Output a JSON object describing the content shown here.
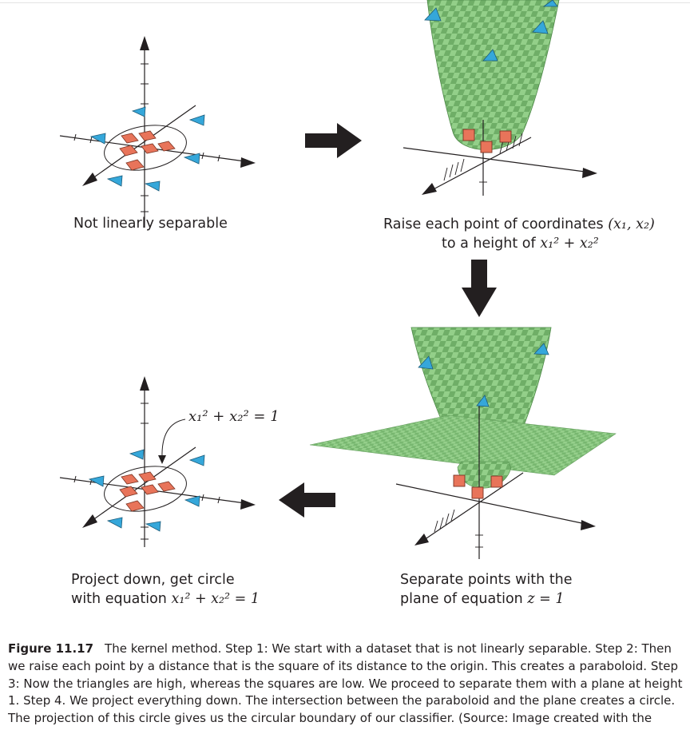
{
  "panels": {
    "step1": {
      "label": "Not linearly separable"
    },
    "step2": {
      "label_line1": "Raise each point of coordinates",
      "coord": "(x₁, x₂)",
      "label_line2": "to a height of",
      "height_expr": "x₁² + x₂²"
    },
    "step3": {
      "label_line1": "Separate points with the",
      "label_line2": "plane of equation",
      "plane_expr": "z = 1"
    },
    "step4": {
      "callout": "x₁² + x₂² = 1",
      "label_line1": "Project down, get circle",
      "label_line2": "with equation",
      "circle_expr": "x₁² + x₂² = 1"
    }
  },
  "colors": {
    "triangle": "#35a7da",
    "square": "#e8745a",
    "surface": "#8fcb86",
    "surface_dark": "#5f9a58",
    "arrow": "#231f20"
  },
  "icons": {
    "flow_arrow": "arrow-icon"
  },
  "caption": {
    "figure_number": "Figure 11.17",
    "text": "The kernel method. Step 1: We start with a dataset that is not linearly separable. Step 2: Then we raise each point by a distance that is the square of its distance to the origin. This creates a paraboloid. Step 3: Now the triangles are high, whereas the squares are low. We proceed to separate them with a plane at height 1. Step 4. We project everything down. The intersection between the paraboloid and the plane creates a circle. The projection of this circle gives us the circular boundary of our classifier. (Source: Image created with the"
  }
}
